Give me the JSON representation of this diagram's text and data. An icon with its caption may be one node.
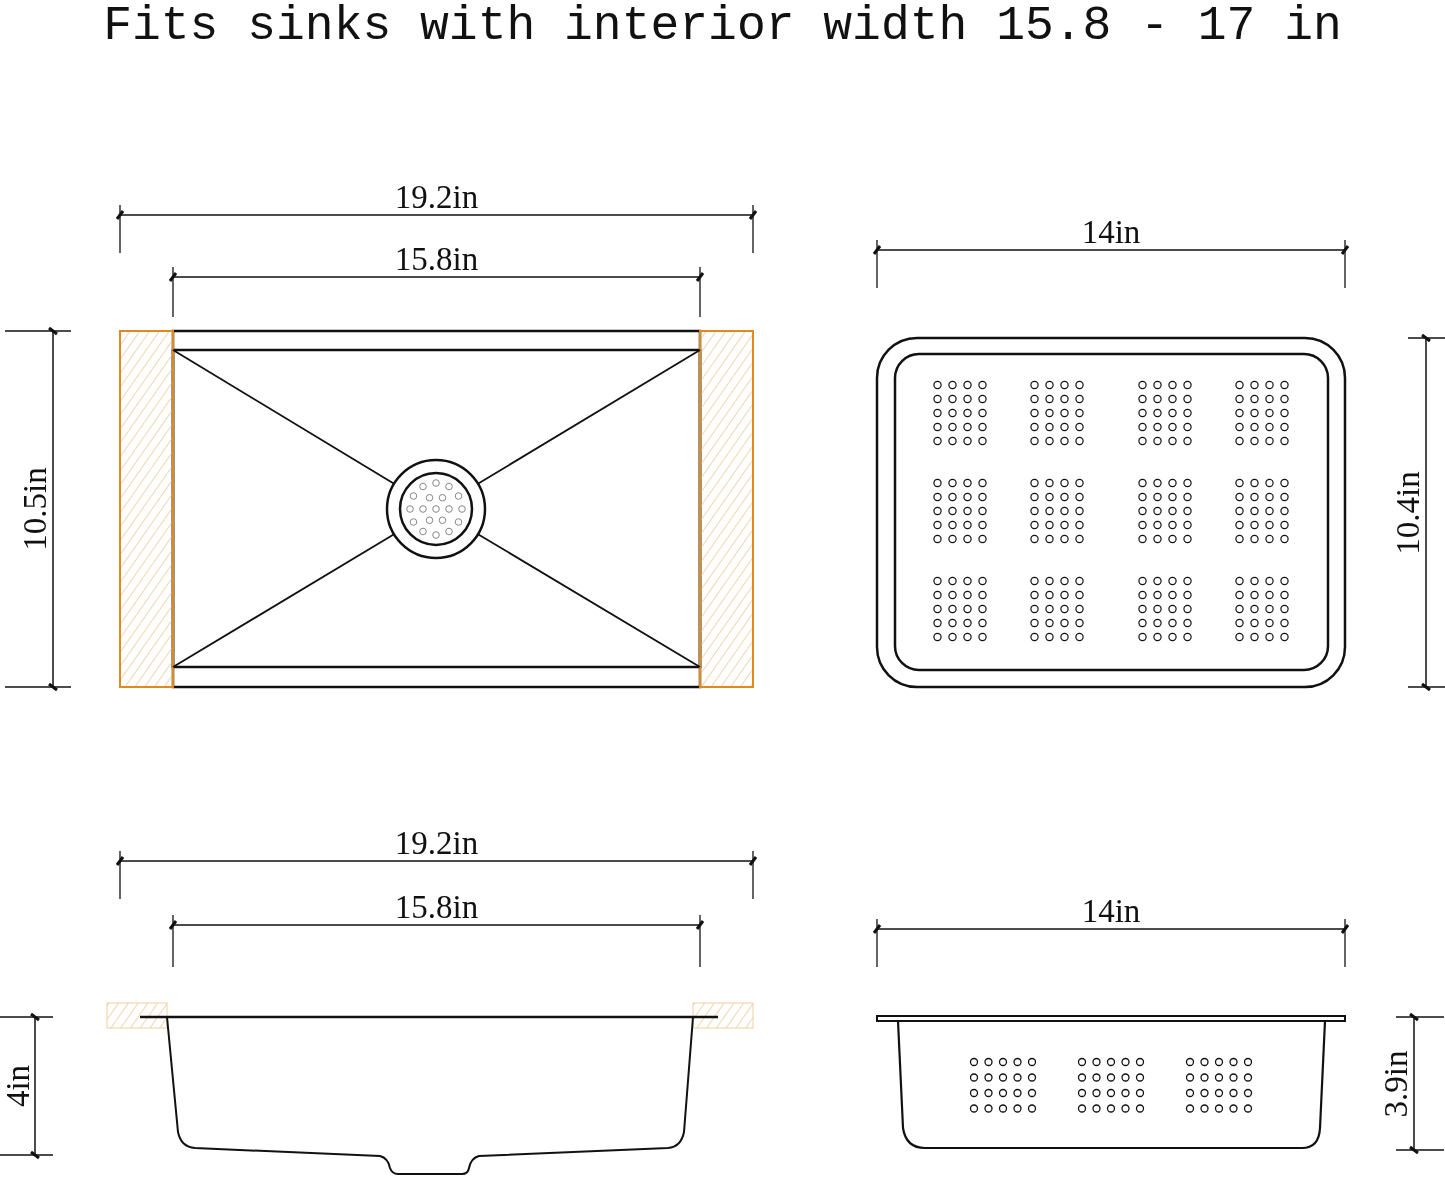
{
  "diagram": {
    "title": "Fits sinks with interior width 15.8 - 17 in",
    "labels": [
      "19.2in",
      "14in",
      "15.8in",
      "10.5in",
      "10.4in",
      "19.2in",
      "14in",
      "15.8in",
      "4in",
      "3.9in"
    ]
  }
}
